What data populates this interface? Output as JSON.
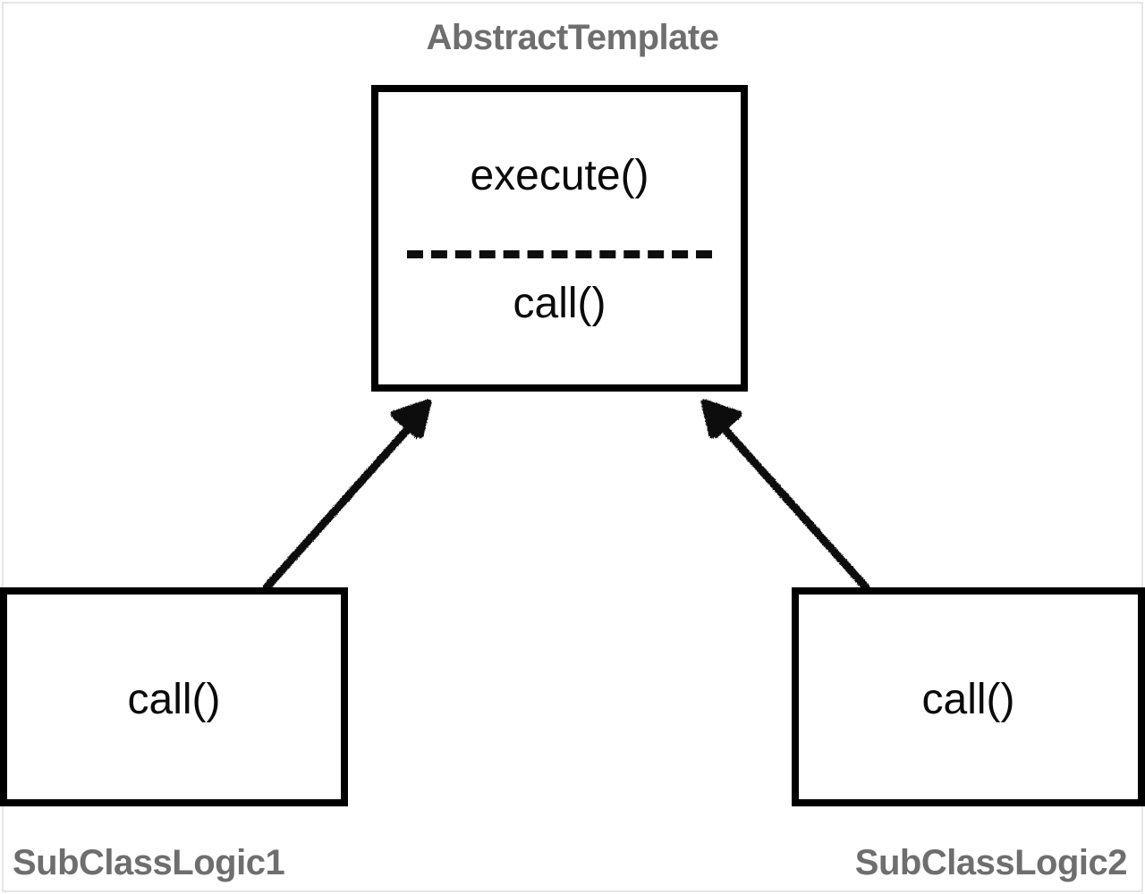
{
  "diagram": {
    "type": "uml-class-diagram",
    "pattern": "Template Method",
    "background_color": "#ffffff",
    "border_color": "#e6e6e6",
    "label_color": "#6e6e6e",
    "box_border_color": "#000000",
    "text_color": "#0a0a0a",
    "arrow_color": "#111111"
  },
  "base_class": {
    "title": "AbstractTemplate",
    "members": [
      {
        "name": "execute()"
      },
      {
        "name": "call()"
      }
    ],
    "separator": "dashed"
  },
  "subclasses": [
    {
      "title": "SubClassLogic1",
      "members": [
        {
          "name": "call()"
        }
      ]
    },
    {
      "title": "SubClassLogic2",
      "members": [
        {
          "name": "call()"
        }
      ]
    }
  ],
  "relations": [
    {
      "from": "SubClassLogic1",
      "to": "AbstractTemplate",
      "kind": "generalization",
      "arrow": "solid-triangle"
    },
    {
      "from": "SubClassLogic2",
      "to": "AbstractTemplate",
      "kind": "generalization",
      "arrow": "solid-triangle"
    }
  ]
}
